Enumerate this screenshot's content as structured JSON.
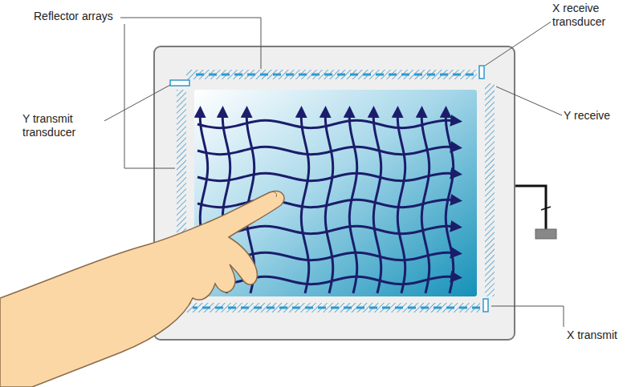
{
  "diagram": {
    "labels": [
      "Reflector arrays",
      "X receive transducer",
      "Y transmit transducer",
      "Y receive",
      "X transmit"
    ]
  }
}
